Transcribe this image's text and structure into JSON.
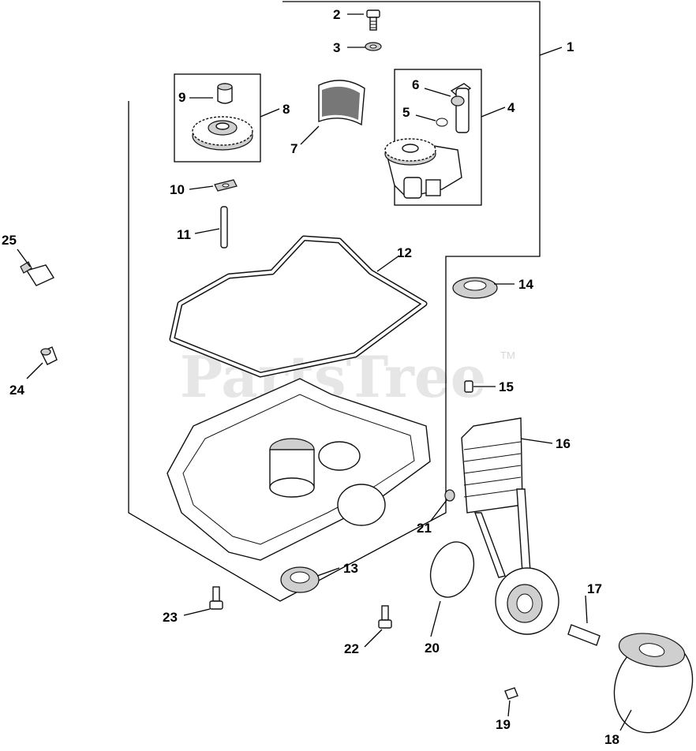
{
  "watermark": {
    "text": "PartsTree",
    "trademark": "TM"
  },
  "callouts": [
    {
      "id": "c1",
      "label": "1"
    },
    {
      "id": "c2",
      "label": "2"
    },
    {
      "id": "c3",
      "label": "3"
    },
    {
      "id": "c4",
      "label": "4"
    },
    {
      "id": "c5",
      "label": "5"
    },
    {
      "id": "c6",
      "label": "6"
    },
    {
      "id": "c7",
      "label": "7"
    },
    {
      "id": "c8",
      "label": "8"
    },
    {
      "id": "c9",
      "label": "9"
    },
    {
      "id": "c10",
      "label": "10"
    },
    {
      "id": "c11",
      "label": "11"
    },
    {
      "id": "c12",
      "label": "12"
    },
    {
      "id": "c13",
      "label": "13"
    },
    {
      "id": "c14",
      "label": "14"
    },
    {
      "id": "c15",
      "label": "15"
    },
    {
      "id": "c16",
      "label": "16"
    },
    {
      "id": "c17",
      "label": "17"
    },
    {
      "id": "c18",
      "label": "18"
    },
    {
      "id": "c19",
      "label": "19"
    },
    {
      "id": "c20",
      "label": "20"
    },
    {
      "id": "c21",
      "label": "21"
    },
    {
      "id": "c22",
      "label": "22"
    },
    {
      "id": "c23",
      "label": "23"
    },
    {
      "id": "c24",
      "label": "24"
    },
    {
      "id": "c25",
      "label": "25"
    }
  ]
}
